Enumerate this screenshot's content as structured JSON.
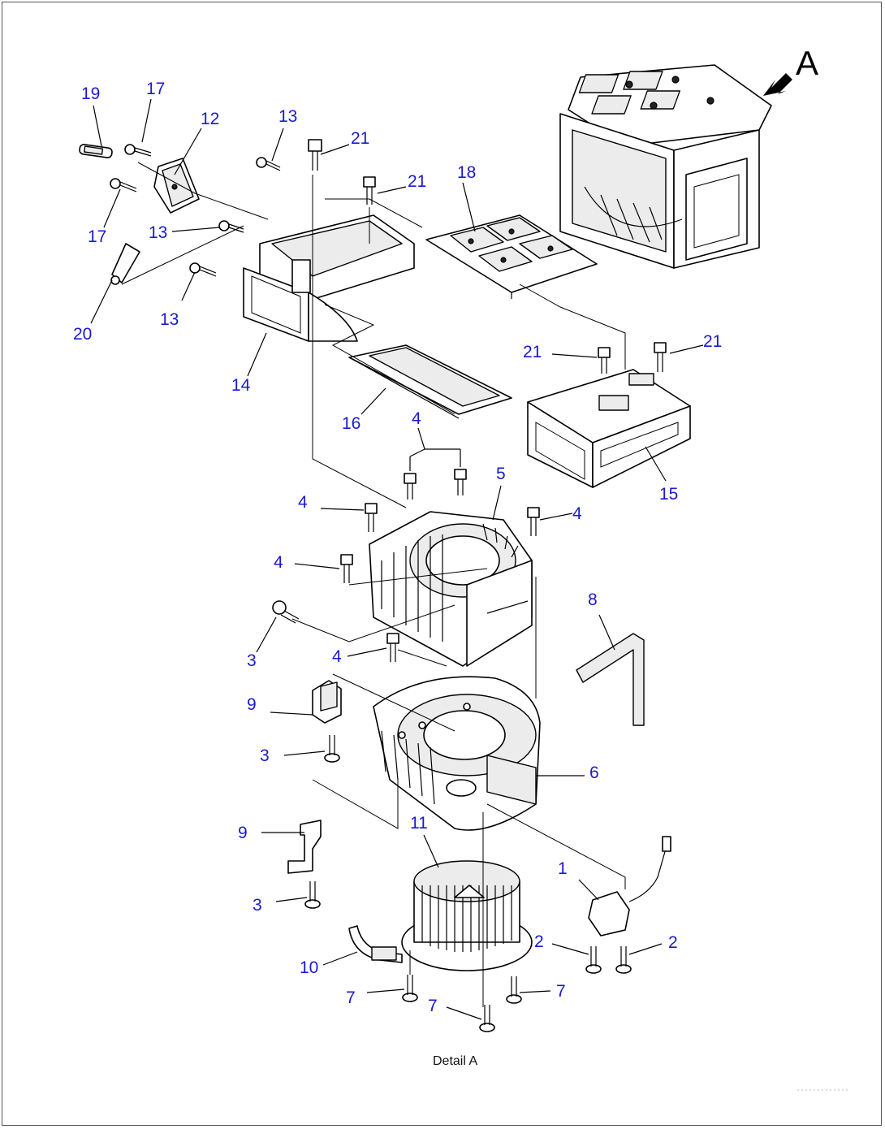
{
  "view_label": "A",
  "caption": "Detail A",
  "callouts": {
    "c19": "19",
    "c17a": "17",
    "c12": "12",
    "c13a": "13",
    "c21a": "21",
    "c21b": "21",
    "c18": "18",
    "c17b": "17",
    "c13b": "13",
    "c20": "20",
    "c13c": "13",
    "c14": "14",
    "c21c": "21",
    "c21d": "21",
    "c16": "16",
    "c15": "15",
    "c4a": "4",
    "c5": "5",
    "c4b": "4",
    "c4c": "4",
    "c4d": "4",
    "c8": "8",
    "c3a": "3",
    "c4e": "4",
    "c9a": "9",
    "c3b": "3",
    "c6": "6",
    "c9b": "9",
    "c11": "11",
    "c1": "1",
    "c3c": "3",
    "c2a": "2",
    "c2b": "2",
    "c10": "10",
    "c7a": "7",
    "c7b": "7",
    "c7c": "7"
  },
  "colors": {
    "callout": "#1a1ad0",
    "line": "#000000"
  },
  "icons": {
    "view_arrow": "view-direction-arrow-icon"
  }
}
